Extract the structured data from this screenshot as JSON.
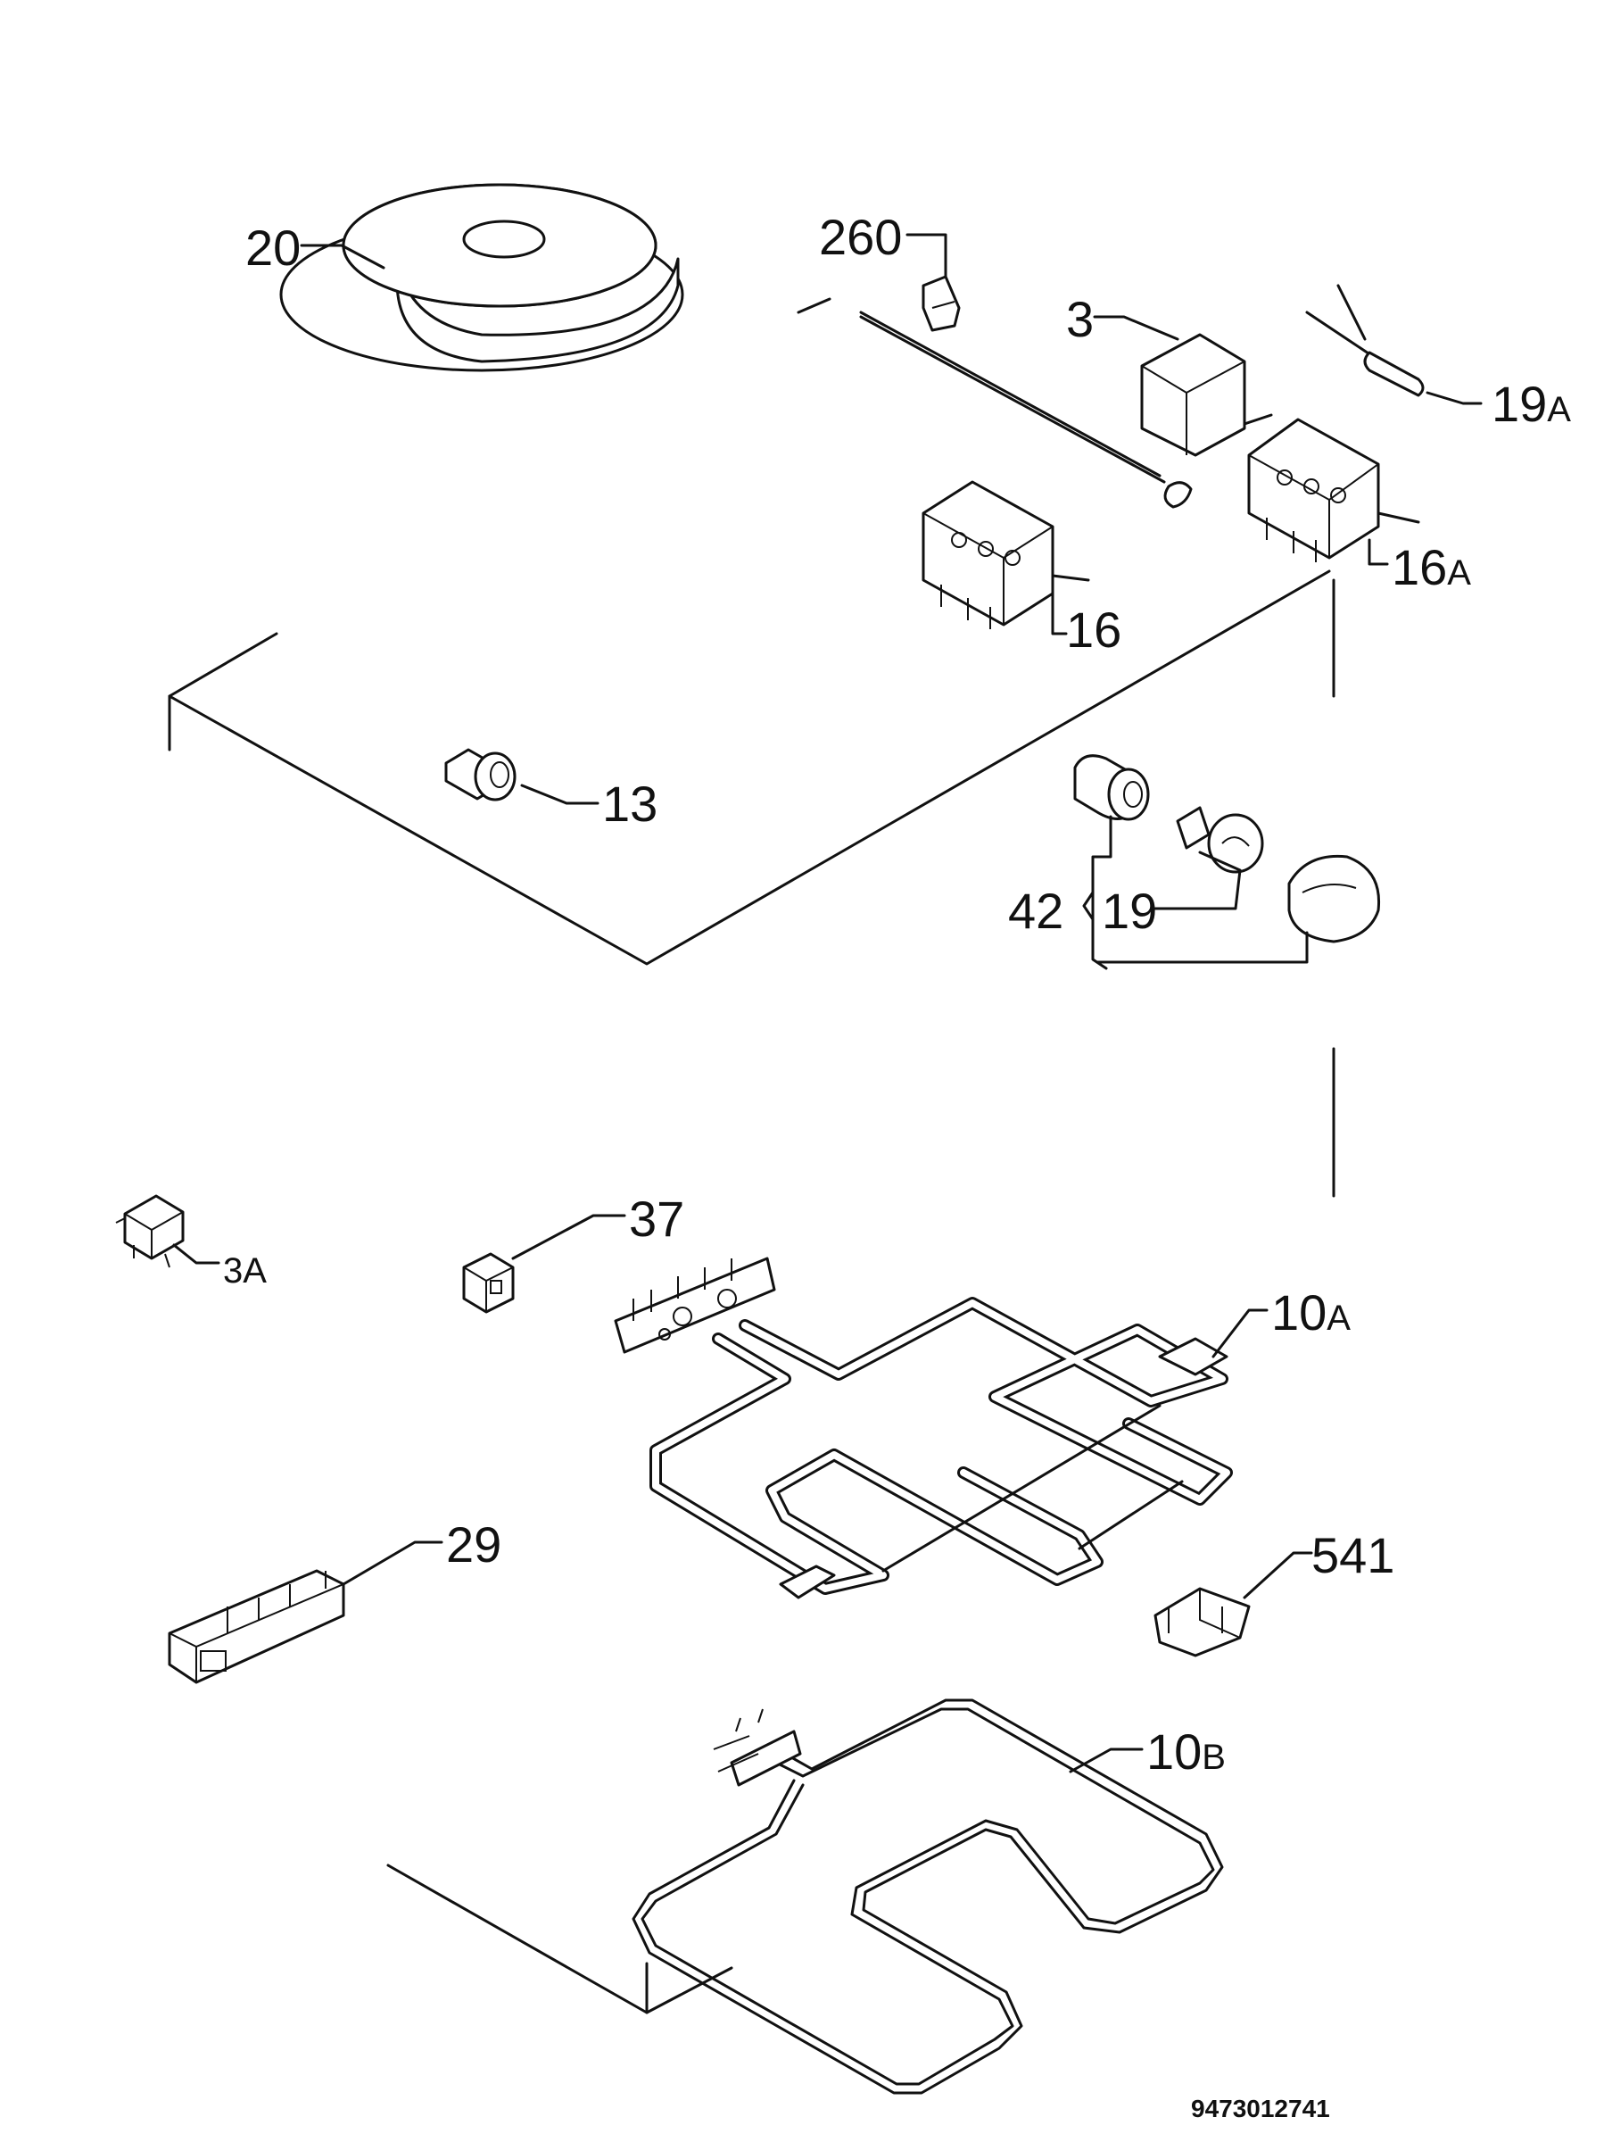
{
  "labels": {
    "p20": "20",
    "p260": "260",
    "p3": "3",
    "p19a_num": "19",
    "p19a_sub": "A",
    "p16a_num": "16",
    "p16a_sub": "A",
    "p16": "16",
    "p13": "13",
    "p42": "42",
    "p19": "19",
    "p37": "37",
    "p3a_num": "3",
    "p3a_sub": "A",
    "p10a_num": "10",
    "p10a_sub": "A",
    "p29": "29",
    "p541": "541",
    "p10b_num": "10",
    "p10b_sub": "B"
  },
  "drawing_code": "9473012741"
}
